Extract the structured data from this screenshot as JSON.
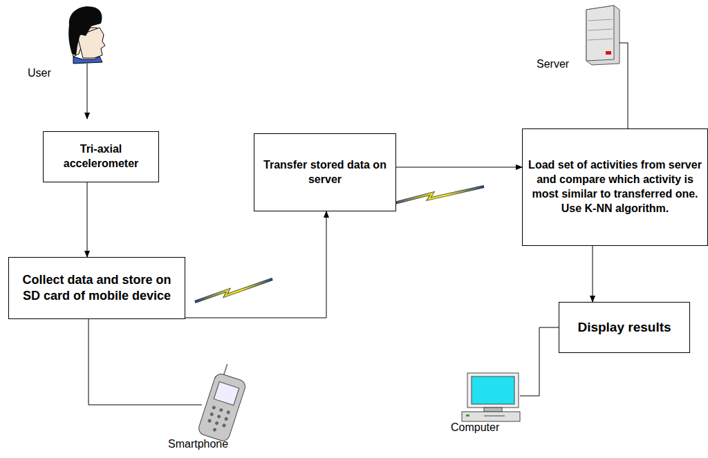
{
  "diagram": {
    "nodes": [
      {
        "text": [
          "Tri-axial accelerometer"
        ]
      },
      {
        "text": [
          "Collect data and store on SD card of mobile device"
        ]
      },
      {
        "text": [
          "Transfer stored data on server"
        ]
      },
      {
        "text": [
          "Load set of activities from server and compare which activity is most similar to transferred one. Use K-NN algorithm."
        ]
      },
      {
        "text": [
          "Display results"
        ]
      }
    ],
    "edges": [
      {
        "from": 0,
        "to": 1,
        "arrow": "to"
      },
      {
        "from": 1,
        "to": 2,
        "arrow": "to"
      },
      {
        "from": 2,
        "to": 3,
        "arrow": "to"
      },
      {
        "from": 3,
        "to": 4,
        "arrow": "to"
      }
    ],
    "labels": [
      "User",
      "Server",
      "Smartphone",
      "Computer"
    ]
  }
}
